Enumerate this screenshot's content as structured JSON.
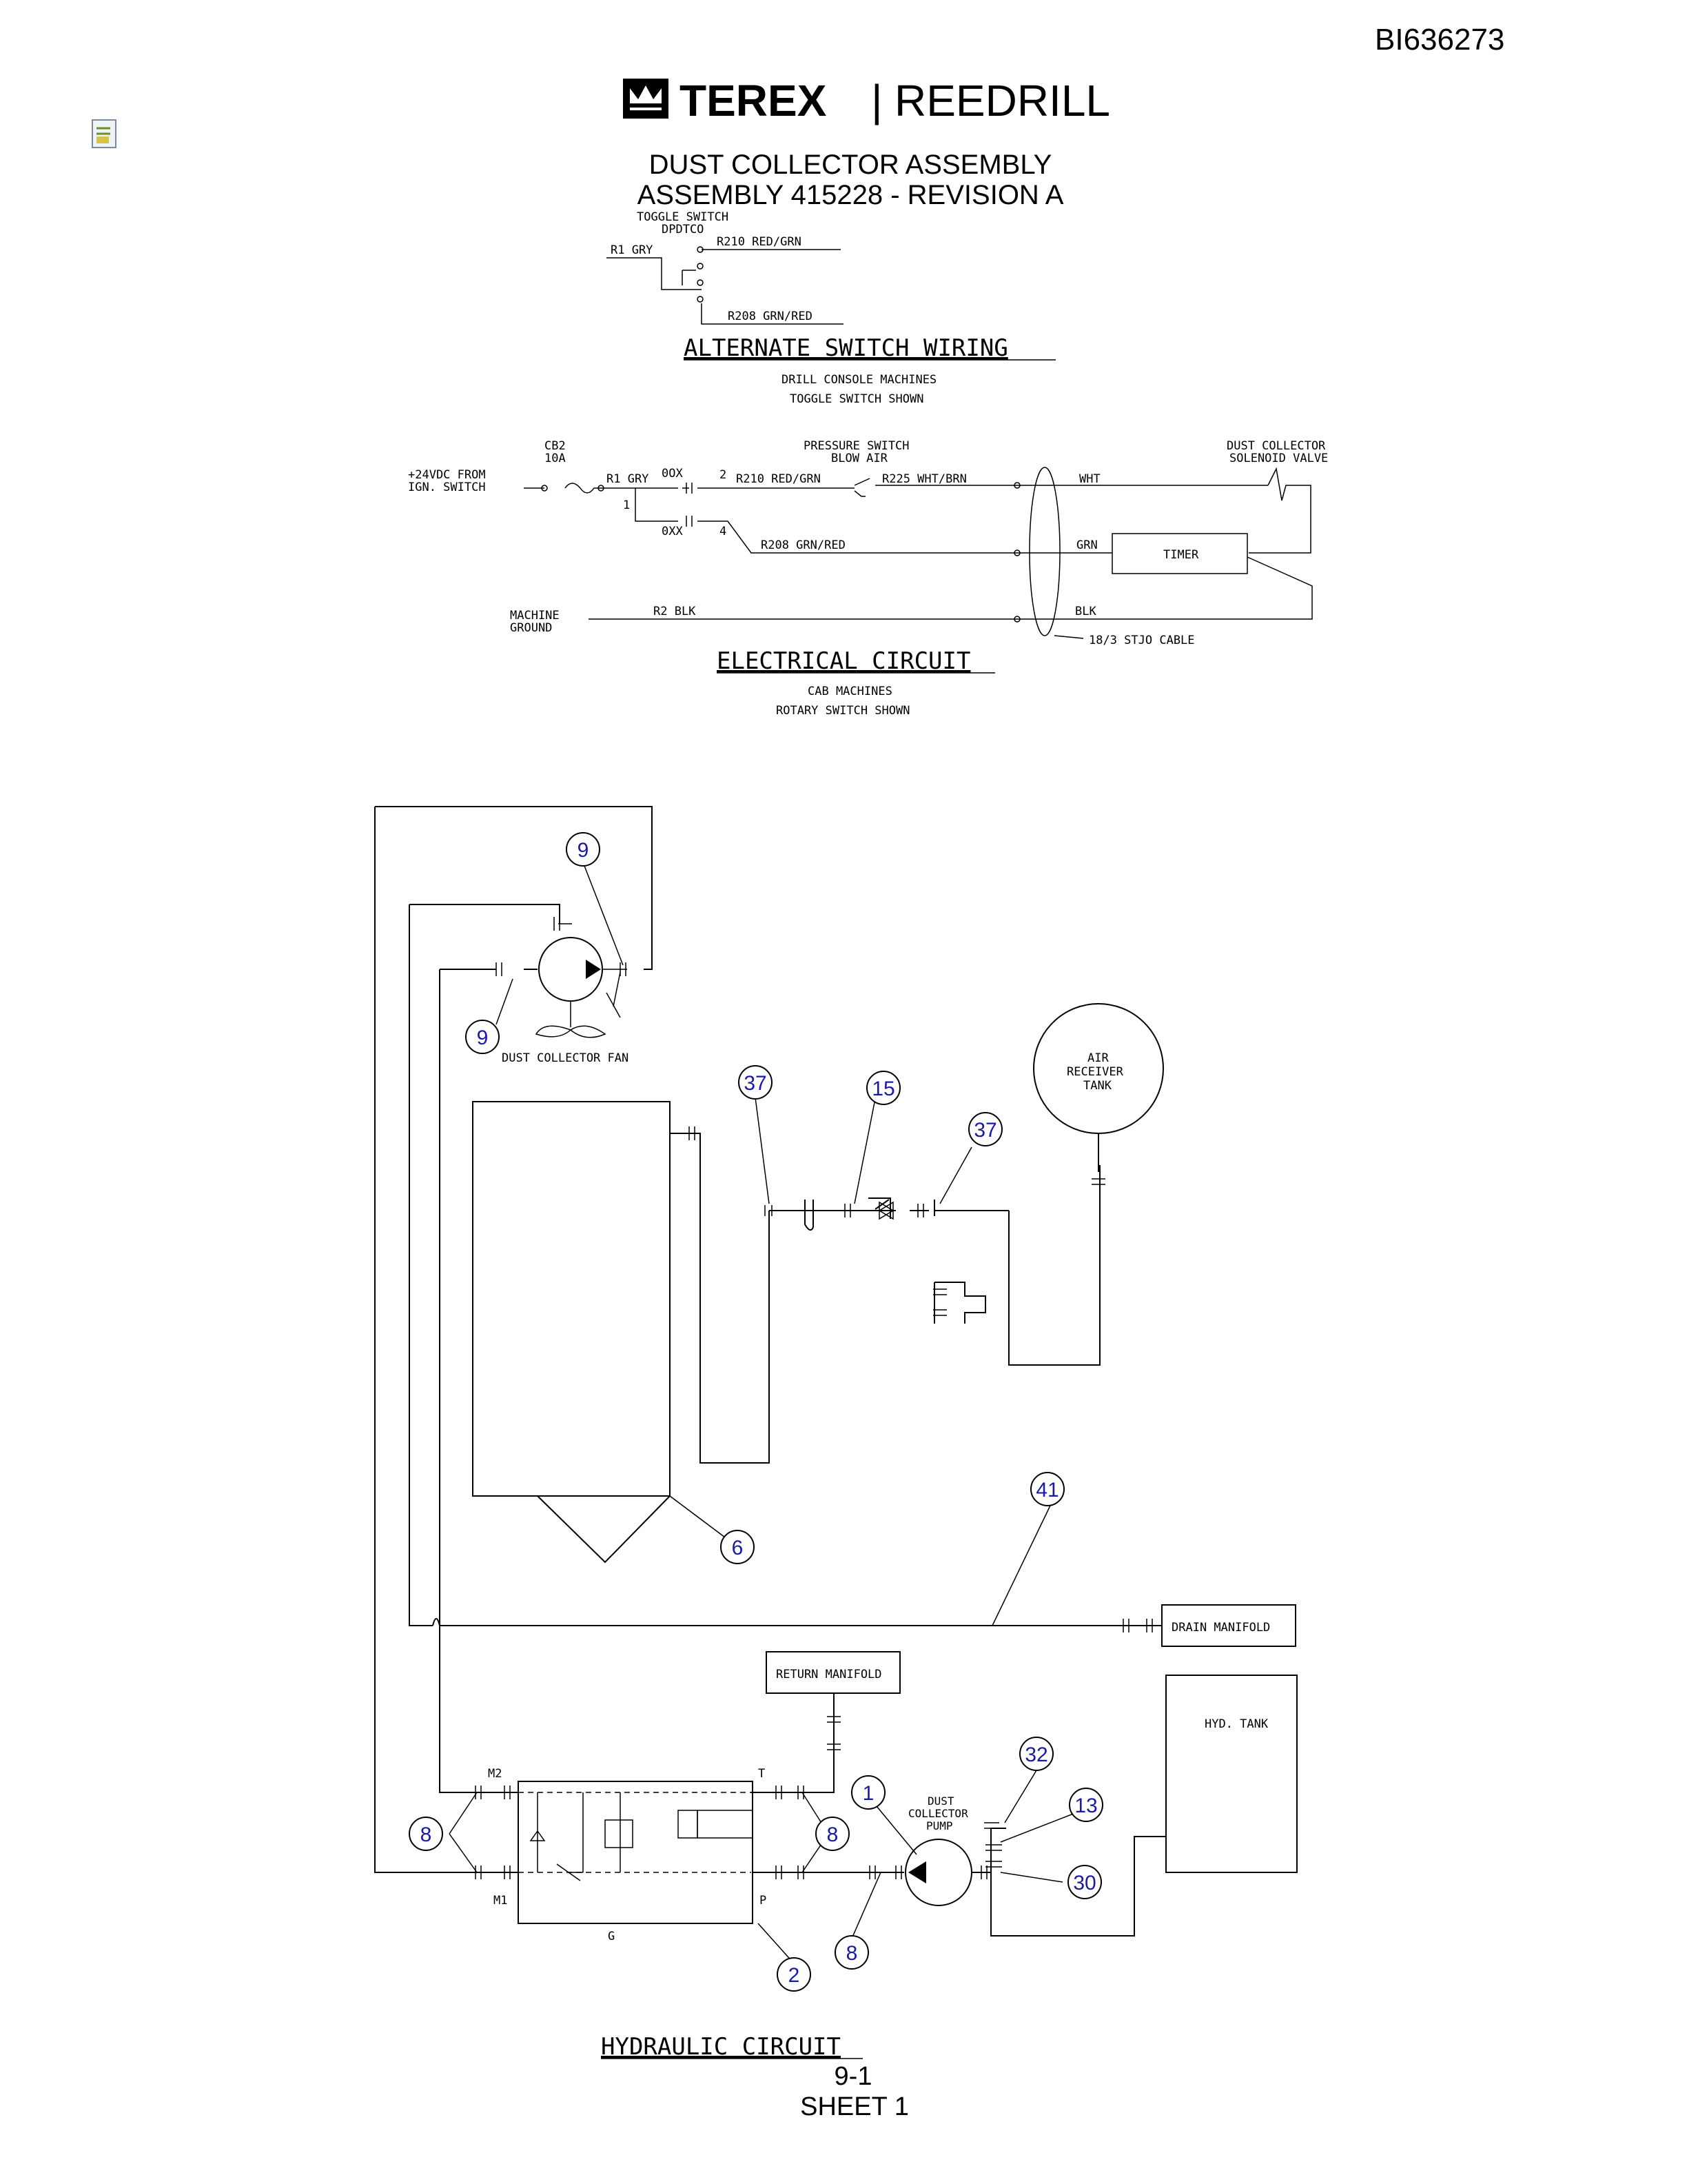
{
  "doc_id": "BI636273",
  "logo": {
    "brand": "TEREX",
    "divider": "|",
    "product": "REEDRILL"
  },
  "title_line1": "DUST COLLECTOR ASSEMBLY",
  "title_line2": "ASSEMBLY 415228 - REVISION A",
  "alt_switch": {
    "toggle_label1": "TOGGLE SWITCH",
    "toggle_label2": "DPDTCO",
    "r1": "R1 GRY",
    "r210": "R210 RED/GRN",
    "r208": "R208 GRN/RED",
    "heading": "ALTERNATE SWITCH WIRING",
    "sub1": "DRILL CONSOLE MACHINES",
    "sub2": "TOGGLE SWITCH SHOWN"
  },
  "electrical": {
    "cb2": "CB2",
    "amp": "10A",
    "supply1": "+24VDC FROM",
    "supply2": "IGN. SWITCH",
    "r1": "R1 GRY",
    "pos_0ox": "0OX",
    "pos_0xx": "0XX",
    "pin1": "1",
    "pin2": "2",
    "pin4": "4",
    "r210": "R210 RED/GRN",
    "ps_label1": "PRESSURE SWITCH",
    "ps_label2": "BLOW AIR",
    "r225": "R225 WHT/BRN",
    "wht": "WHT",
    "grn": "GRN",
    "blk": "BLK",
    "valve1": "DUST COLLECTOR",
    "valve2": "SOLENOID VALVE",
    "timer": "TIMER",
    "r208": "R208 GRN/RED",
    "ground1": "MACHINE",
    "ground2": "GROUND",
    "r2": "R2 BLK",
    "cable": "18/3 STJO CABLE",
    "heading": "ELECTRICAL CIRCUIT",
    "sub1": "CAB MACHINES",
    "sub2": "ROTARY SWITCH SHOWN"
  },
  "hydraulic": {
    "fan_label": "DUST COLLECTOR FAN",
    "air_tank1": "AIR",
    "air_tank2": "RECEIVER",
    "air_tank3": "TANK",
    "drain": "DRAIN MANIFOLD",
    "return": "RETURN MANIFOLD",
    "hyd_tank": "HYD. TANK",
    "pump1": "DUST",
    "pump2": "COLLECTOR",
    "pump3": "PUMP",
    "port_m2": "M2",
    "port_m1": "M1",
    "port_t": "T",
    "port_p": "P",
    "port_g": "G",
    "heading": "HYDRAULIC CIRCUIT",
    "bubbles": {
      "fan_top": "9",
      "fan_left": "9",
      "c37a": "37",
      "c15": "15",
      "c37b": "37",
      "c41": "41",
      "c6": "6",
      "c32": "32",
      "c1": "1",
      "c13": "13",
      "c8_left": "8",
      "c8_right": "8",
      "c30": "30",
      "c8_bottom": "8",
      "c2": "2"
    }
  },
  "page_number": "9-1",
  "sheet": "SHEET 1",
  "colors": {
    "ink": "#000000",
    "callout": "#1a1aa8",
    "background": "#ffffff"
  }
}
